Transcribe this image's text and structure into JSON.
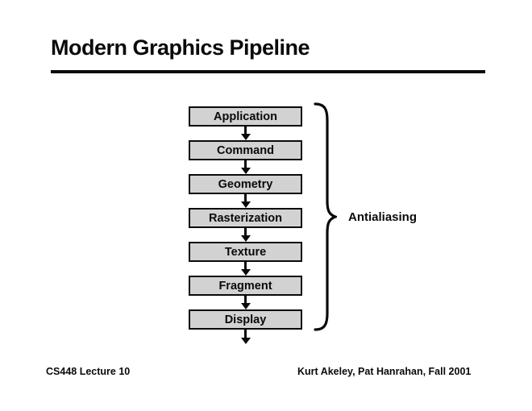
{
  "slide": {
    "title": "Modern Graphics Pipeline",
    "pipeline": {
      "stages": [
        {
          "label": "Application"
        },
        {
          "label": "Command"
        },
        {
          "label": "Geometry"
        },
        {
          "label": "Rasterization"
        },
        {
          "label": "Texture"
        },
        {
          "label": "Fragment"
        },
        {
          "label": "Display"
        }
      ]
    },
    "brace_label": "Antialiasing",
    "footer": {
      "left": "CS448 Lecture 10",
      "right": "Kurt Akeley, Pat Hanrahan, Fall 2001"
    },
    "colors": {
      "box_fill": "#d2d2d2",
      "box_border": "#0a0a0a",
      "text": "#0a0a0a",
      "background": "#ffffff"
    }
  }
}
